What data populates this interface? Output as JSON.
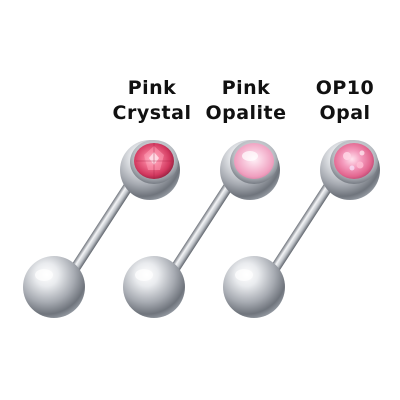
{
  "products": [
    {
      "name_line1": "Pink",
      "name_line2": "Crystal",
      "gem_color": "#e8557a"
    },
    {
      "name_line1": "Pink",
      "name_line2": "Opalite",
      "gem_color": "#f4b6cf"
    },
    {
      "name_line1": "OP10",
      "name_line2": "Opal",
      "gem_color": "#ee7fa5"
    }
  ],
  "background_color": "#ffffff",
  "metal_color": "#c9ccd1"
}
